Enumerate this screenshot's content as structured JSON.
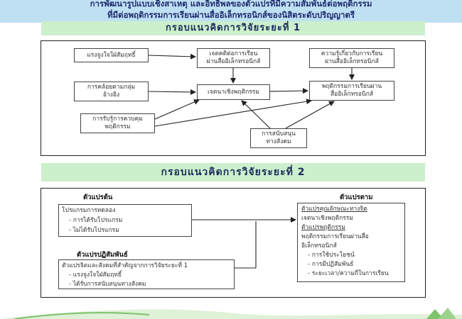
{
  "header": {
    "line1": "การพัฒนารูปแบบเชิงสาเหตุ และอิทธิพลของตัวแปรที่มีความสัมพันธ์ต่อพฤติกรรม",
    "line2": "ที่มีต่อพฤติกรรมการเรียนผ่านสื่ออิเล็กทรอนิกส์ของนิสิตระดับปริญญาตรี"
  },
  "phase1": {
    "title": "กรอบแนวคิดการวิจัยระยะที่ 1",
    "boxes": {
      "motivation": "แรงจูงใจใฝ่สัมฤทธิ์",
      "attitude": [
        "เจตคติต่อการเรียน",
        "ผ่านสื่ออิเล็กทรอนิกส์"
      ],
      "knowledge": [
        "ความรู้เกี่ยวกับการเรียน",
        "ผ่านสื่ออิเล็กทรอนิกส์"
      ],
      "conformity": [
        "การคล้อยตามกลุ่ม",
        "อ้างอิง"
      ],
      "intention": "เจตนาเชิงพฤติกรรม",
      "behavior": [
        "พฤติกรรมการเรียนผ่าน",
        "สื่ออิเล็กทรอนิกส์"
      ],
      "control": [
        "การรับรู้การควบคุม",
        "พฤติกรรม"
      ],
      "support": [
        "การสนับสนุน",
        "ทางสังคม"
      ]
    }
  },
  "phase2": {
    "title": "กรอบแนวคิดการวิจัยระยะที่ 2",
    "independent_label": "ตัวแปรต้น",
    "independent_head": "โปรแกรมการทดลอง",
    "independent_items": [
      "-   การได้รับโปรแกรม",
      "-   ไม่ได้รับโปรแกรม"
    ],
    "interaction_label": "ตัวแปรปฏิสัมพันธ์",
    "interaction_head": "ตัวแปรจิตและสังคมที่สำคัญจากการวิจัยระยะที่ 1",
    "interaction_items": [
      "-   แรงจูงใจใฝ่สัมฤทธิ์",
      "-   ได้รับการสนับสนุนทางสังคม"
    ],
    "dependent_label": "ตัวแปรตาม",
    "dependent_lines": [
      {
        "text": "ตัวแปรคุณลักษณะทางจิต",
        "underline": true
      },
      {
        "text": "เจตนาเชิงพฤติกรรม",
        "underline": false
      },
      {
        "text": "ตัวแปรพฤติกรรม",
        "underline": true
      },
      {
        "text": "พฤติกรรมการเรียนผ่านสื่อ",
        "underline": false
      },
      {
        "text": "อิเล็กทรอนิกส์",
        "underline": false
      },
      {
        "text": "-  การใช้ประโยชน์",
        "underline": false
      },
      {
        "text": "-  การมีปฏิสัมพันธ์",
        "underline": false
      },
      {
        "text": "-  ระยะเวลา/ความถี่ในการเรียน",
        "underline": false
      }
    ]
  },
  "colors": {
    "banner": "#ccefcc",
    "title_text": "#1d2a5a",
    "top_band": "#bfe0f2",
    "leaf": "#7cc36a"
  }
}
